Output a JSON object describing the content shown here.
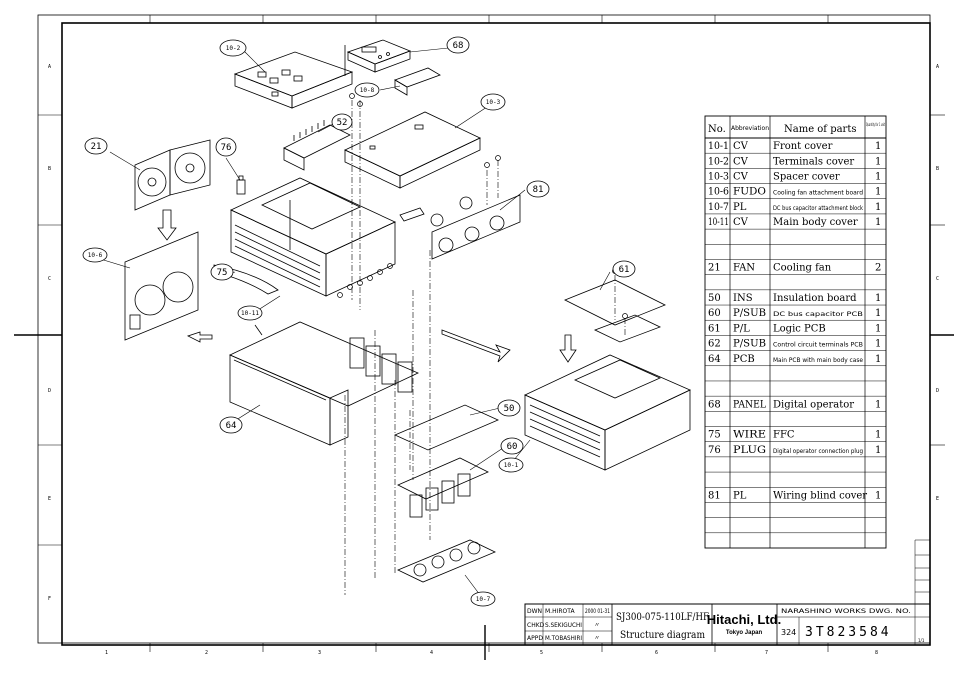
{
  "zones": {
    "columns": [
      "1",
      "2",
      "3",
      "4",
      "5",
      "6",
      "7",
      "8"
    ],
    "rows": [
      "A",
      "B",
      "C",
      "D",
      "E",
      "F"
    ]
  },
  "callouts": [
    {
      "id": "10-2",
      "label": "10-2"
    },
    {
      "id": "68",
      "label": "68"
    },
    {
      "id": "10-8",
      "label": "10-8"
    },
    {
      "id": "10-3",
      "label": "10-3"
    },
    {
      "id": "52",
      "label": "52"
    },
    {
      "id": "76",
      "label": "76"
    },
    {
      "id": "21",
      "label": "21"
    },
    {
      "id": "81",
      "label": "81"
    },
    {
      "id": "10-6",
      "label": "10-6"
    },
    {
      "id": "75",
      "label": "75"
    },
    {
      "id": "10-11",
      "label": "10-11"
    },
    {
      "id": "61",
      "label": "61"
    },
    {
      "id": "64",
      "label": "64"
    },
    {
      "id": "50",
      "label": "50"
    },
    {
      "id": "60",
      "label": "60"
    },
    {
      "id": "10-1",
      "label": "10-1"
    },
    {
      "id": "10-7",
      "label": "10-7"
    }
  ],
  "parts_table": {
    "headers": {
      "no": "No.",
      "abbr": "Abbreviation",
      "name": "Name of parts",
      "qty": "Quantity for 1 unit"
    },
    "rows": [
      {
        "no": "10-1",
        "abbr": "CV",
        "name": "Front cover",
        "qty": "1"
      },
      {
        "no": "10-2",
        "abbr": "CV",
        "name": "Terminals cover",
        "qty": "1"
      },
      {
        "no": "10-3",
        "abbr": "CV",
        "name": "Spacer cover",
        "qty": "1"
      },
      {
        "no": "10-6",
        "abbr": "FUDO",
        "name": "Cooling fan attachment board",
        "qty": "1"
      },
      {
        "no": "10-7",
        "abbr": "PL",
        "name": "DC bus capacitor attachment block",
        "qty": "1"
      },
      {
        "no": "10-11",
        "abbr": "CV",
        "name": "Main body cover",
        "qty": "1"
      },
      {
        "no": "",
        "abbr": "",
        "name": "",
        "qty": ""
      },
      {
        "no": "",
        "abbr": "",
        "name": "",
        "qty": ""
      },
      {
        "no": "21",
        "abbr": "FAN",
        "name": "Cooling fan",
        "qty": "2"
      },
      {
        "no": "",
        "abbr": "",
        "name": "",
        "qty": ""
      },
      {
        "no": "50",
        "abbr": "INS",
        "name": "Insulation board",
        "qty": "1"
      },
      {
        "no": "60",
        "abbr": "P/SUB",
        "name": "DC bus capacitor PCB",
        "qty": "1"
      },
      {
        "no": "61",
        "abbr": "P/L",
        "name": "Logic PCB",
        "qty": "1"
      },
      {
        "no": "62",
        "abbr": "P/SUB",
        "name": "Control circuit terminals PCB",
        "qty": "1"
      },
      {
        "no": "64",
        "abbr": "PCB",
        "name": "Main PCB with main body case",
        "qty": "1"
      },
      {
        "no": "",
        "abbr": "",
        "name": "",
        "qty": ""
      },
      {
        "no": "",
        "abbr": "",
        "name": "",
        "qty": ""
      },
      {
        "no": "68",
        "abbr": "PANEL",
        "name": "Digital operator",
        "qty": "1"
      },
      {
        "no": "",
        "abbr": "",
        "name": "",
        "qty": ""
      },
      {
        "no": "75",
        "abbr": "WIRE",
        "name": "FFC",
        "qty": "1"
      },
      {
        "no": "76",
        "abbr": "PLUG",
        "name": "Digital operator connection plug",
        "qty": "1"
      },
      {
        "no": "",
        "abbr": "",
        "name": "",
        "qty": ""
      },
      {
        "no": "",
        "abbr": "",
        "name": "",
        "qty": ""
      },
      {
        "no": "81",
        "abbr": "PL",
        "name": "Wiring blind cover",
        "qty": "1"
      },
      {
        "no": "",
        "abbr": "",
        "name": "",
        "qty": ""
      },
      {
        "no": "",
        "abbr": "",
        "name": "",
        "qty": ""
      },
      {
        "no": "",
        "abbr": "",
        "name": "",
        "qty": ""
      }
    ]
  },
  "title_block": {
    "dwn_label": "DWN",
    "dwn_name": "M.HIROTA",
    "dwn_date": "2000 01-31",
    "chkd_label": "CHKD",
    "chkd_name": "S.SEKIGUCHI",
    "chkd_date": "〃",
    "appd_label": "APPD",
    "appd_name": "M.TOBASHIRI",
    "appd_date": "〃",
    "title_line1": "SJ300-075-110LF/HF",
    "title_line2": "Structure diagram",
    "company": "Hitachi, Ltd.",
    "company_sub": "Tokyo Japan",
    "works_label": "NARASHINO WORKS DWG. NO.",
    "size_code": "324",
    "dwg_no": "3T823584",
    "sheet_mark": "1/1"
  }
}
